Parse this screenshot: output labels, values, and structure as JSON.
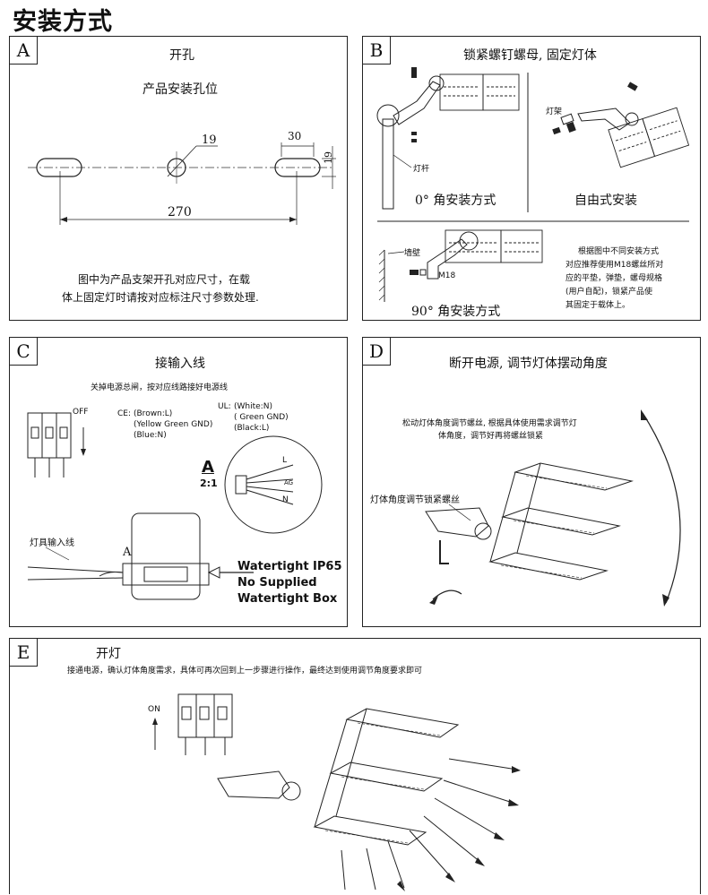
{
  "page_title": "安装方式",
  "panel_a": {
    "letter": "A",
    "heading": "开孔",
    "subheading": "产品安装孔位",
    "dim_hole": "19",
    "dim_slot_w": "30",
    "dim_slot_h": "19",
    "dim_span": "270",
    "note_line1": "图中为产品支架开孔对应尺寸，在载",
    "note_line2": "体上固定灯时请按对应标注尺寸参数处理."
  },
  "panel_b": {
    "letter": "B",
    "heading": "锁紧螺钉螺母, 固定灯体",
    "label_pole": "灯杆",
    "label_bracket": "灯架",
    "caption_0deg": "0°  角安装方式",
    "caption_free": "自由式安装",
    "label_wall": "墙壁",
    "label_m18": "M18",
    "caption_90deg": "90°  角安装方式",
    "note_line1": "根据图中不同安装方式",
    "note_line2": "对应推荐使用M18螺丝所对",
    "note_line3": "应的平垫，弹垫，螺母规格",
    "note_line4": "(用户自配)，锁紧产品使",
    "note_line5": "其固定于载体上。"
  },
  "panel_c": {
    "letter": "C",
    "heading": "接输入线",
    "instruction": "关掉电源总闸，按对应线路接好电源线",
    "label_off": "OFF",
    "ce_title": "CE:",
    "ce_1": "(Brown:L)",
    "ce_2": "(Yellow Green GND)",
    "ce_3": "(Blue:N)",
    "ul_title": "UL:",
    "ul_1": "(White:N)",
    "ul_2": "( Green GND)",
    "ul_3": "(Black:L)",
    "detail_label": "A",
    "detail_scale": "2:1",
    "wire_l": "L",
    "wire_g": "AG",
    "wire_n": "N",
    "input_label": "灯具输入线",
    "marker_a": "A",
    "box_1": "Watertight IP65",
    "box_2": "No Supplied",
    "box_3": "Watertight Box"
  },
  "panel_d": {
    "letter": "D",
    "heading": "断开电源, 调节灯体摆动角度",
    "note_line1": "松动灯体角度调节螺丝, 根据具体使用需求调节灯",
    "note_line2": "体角度，调节好再将螺丝锁紧",
    "callout": "灯体角度调节锁紧螺丝"
  },
  "panel_e": {
    "letter": "E",
    "heading": "开灯",
    "instruction": "接通电源，确认灯体角度需求，具体可再次回到上一步骤进行操作，最终达到使用调节角度要求即可",
    "label_on": "ON"
  }
}
